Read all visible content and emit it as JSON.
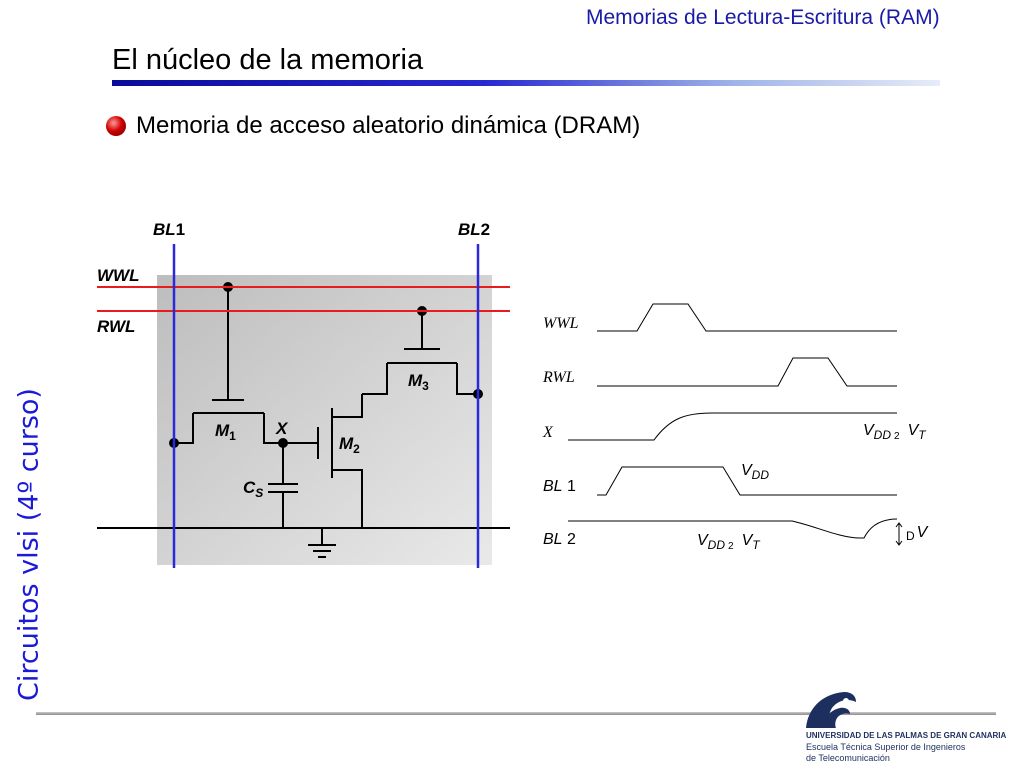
{
  "header": {
    "course_title": "Memorias de Lectura-Escritura (RAM)",
    "page_title": "El núcleo de la memoria"
  },
  "bullet": {
    "text": "Memoria de acceso aleatorio dinámica (DRAM)",
    "icon": "red-sphere-bullet-icon"
  },
  "side_label": "Circuitos vlsi (4º curso)",
  "circuit": {
    "bitlines": [
      {
        "main": "BL",
        "sub": "1"
      },
      {
        "main": "BL",
        "sub": "2"
      }
    ],
    "wordlines": [
      "WWL",
      "RWL"
    ],
    "transistors": [
      {
        "main": "M",
        "sub": "1"
      },
      {
        "main": "M",
        "sub": "2"
      },
      {
        "main": "M",
        "sub": "3"
      }
    ],
    "node_label": "X",
    "capacitor": {
      "main": "C",
      "sub": "S"
    },
    "colors": {
      "bitline": "#2a2ad8",
      "wordline": "#e81c1c",
      "cell_background": "#d6d6d6"
    }
  },
  "timing": {
    "signals": [
      {
        "name": "WWL"
      },
      {
        "name": "RWL"
      },
      {
        "name": "X"
      },
      {
        "name": "BL",
        "index": "1"
      },
      {
        "name": "BL",
        "index": "2"
      }
    ],
    "annotations": {
      "x_level": {
        "v": "V",
        "sub": "DD",
        "mid": "2",
        "vt": "V",
        "vt_sub": "T"
      },
      "bl1_level": {
        "v": "V",
        "sub": "DD"
      },
      "bl2_level": {
        "v": "V",
        "sub": "DD",
        "mid": "2",
        "vt": "V",
        "vt_sub": "T"
      },
      "delta_v": {
        "d": "D",
        "v": "V"
      }
    }
  },
  "footer": {
    "university": "UNIVERSIDAD DE LAS PALMAS DE GRAN CANARIA",
    "school_line1": "Escuela Técnica Superior de Ingenieros",
    "school_line2": "de Telecomunicación",
    "logo_icon": "ulpgc-logo-icon"
  }
}
